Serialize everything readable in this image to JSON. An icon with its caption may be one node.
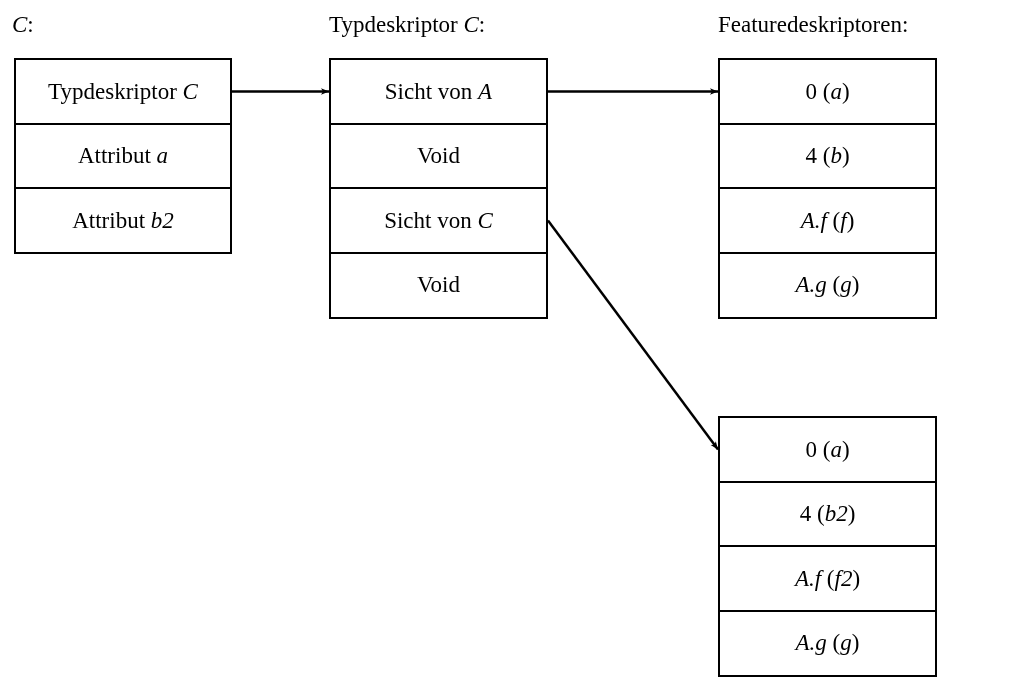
{
  "diagram": {
    "nodes": [
      {
        "text": [
          "Typdeskriptor *C*"
        ]
      },
      {
        "text": [
          "Attribut *a*"
        ]
      },
      {
        "text": [
          "Attribut *b2*"
        ]
      },
      {
        "text": [
          "Sicht von *A*"
        ]
      },
      {
        "text": [
          "Void"
        ]
      },
      {
        "text": [
          "Sicht von *C*"
        ]
      },
      {
        "text": [
          "Void"
        ]
      },
      {
        "text": [
          "0 (*a*)"
        ]
      },
      {
        "text": [
          "4 (*b*)"
        ]
      },
      {
        "text": [
          "*A.f* (*f*)"
        ]
      },
      {
        "text": [
          "*A.g* (*g*)"
        ]
      },
      {
        "text": [
          "0 (*a*)"
        ]
      },
      {
        "text": [
          "4 (*b2*)"
        ]
      },
      {
        "text": [
          "*A.f* (*f2*)"
        ]
      },
      {
        "text": [
          "*A.g* (*g*)"
        ]
      }
    ],
    "edges": [
      {
        "from": 0,
        "to": 3,
        "arrow": "to"
      },
      {
        "from": 3,
        "to": 7,
        "arrow": "to"
      },
      {
        "from": 5,
        "to": 11,
        "arrow": "to"
      }
    ],
    "labels": [
      "*C*:",
      "Typdeskriptor *C*:",
      "Featuredeskriptoren:"
    ]
  }
}
